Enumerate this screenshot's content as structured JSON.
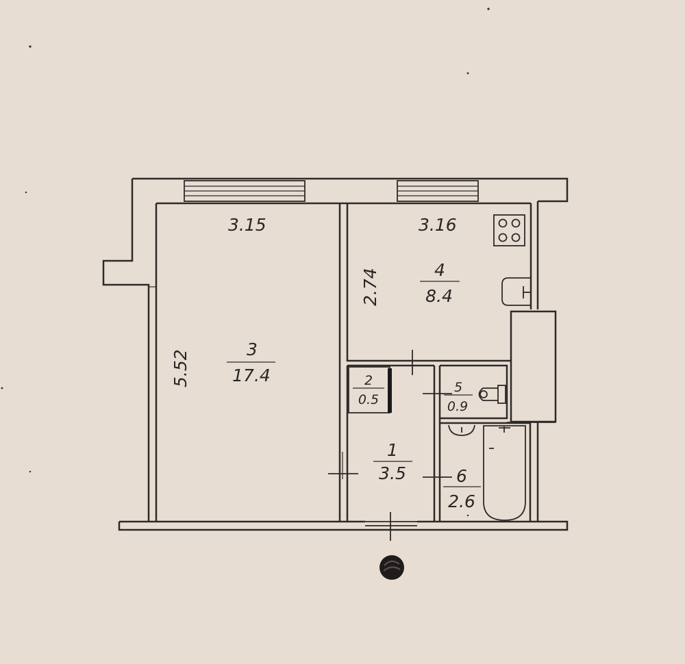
{
  "plan": {
    "rooms": [
      {
        "number": "1",
        "area": "3.5"
      },
      {
        "number": "2",
        "area": "0.5"
      },
      {
        "number": "3",
        "area": "17.4"
      },
      {
        "number": "4",
        "area": "8.4"
      },
      {
        "number": "5",
        "area": "0.9"
      },
      {
        "number": "6",
        "area": "2.6"
      }
    ],
    "dimensions": {
      "room3_width": "3.15",
      "room3_length": "5.52",
      "room4_width": "3.16",
      "room4_length": "2.74"
    },
    "fixtures": [
      "stove-icon",
      "sink-icon",
      "toilet-icon",
      "washbasin-icon",
      "bathtub-icon",
      "ventilation-duct"
    ],
    "colors": {
      "paper": "#e7ddd3",
      "ink": "#2e2a28"
    }
  }
}
